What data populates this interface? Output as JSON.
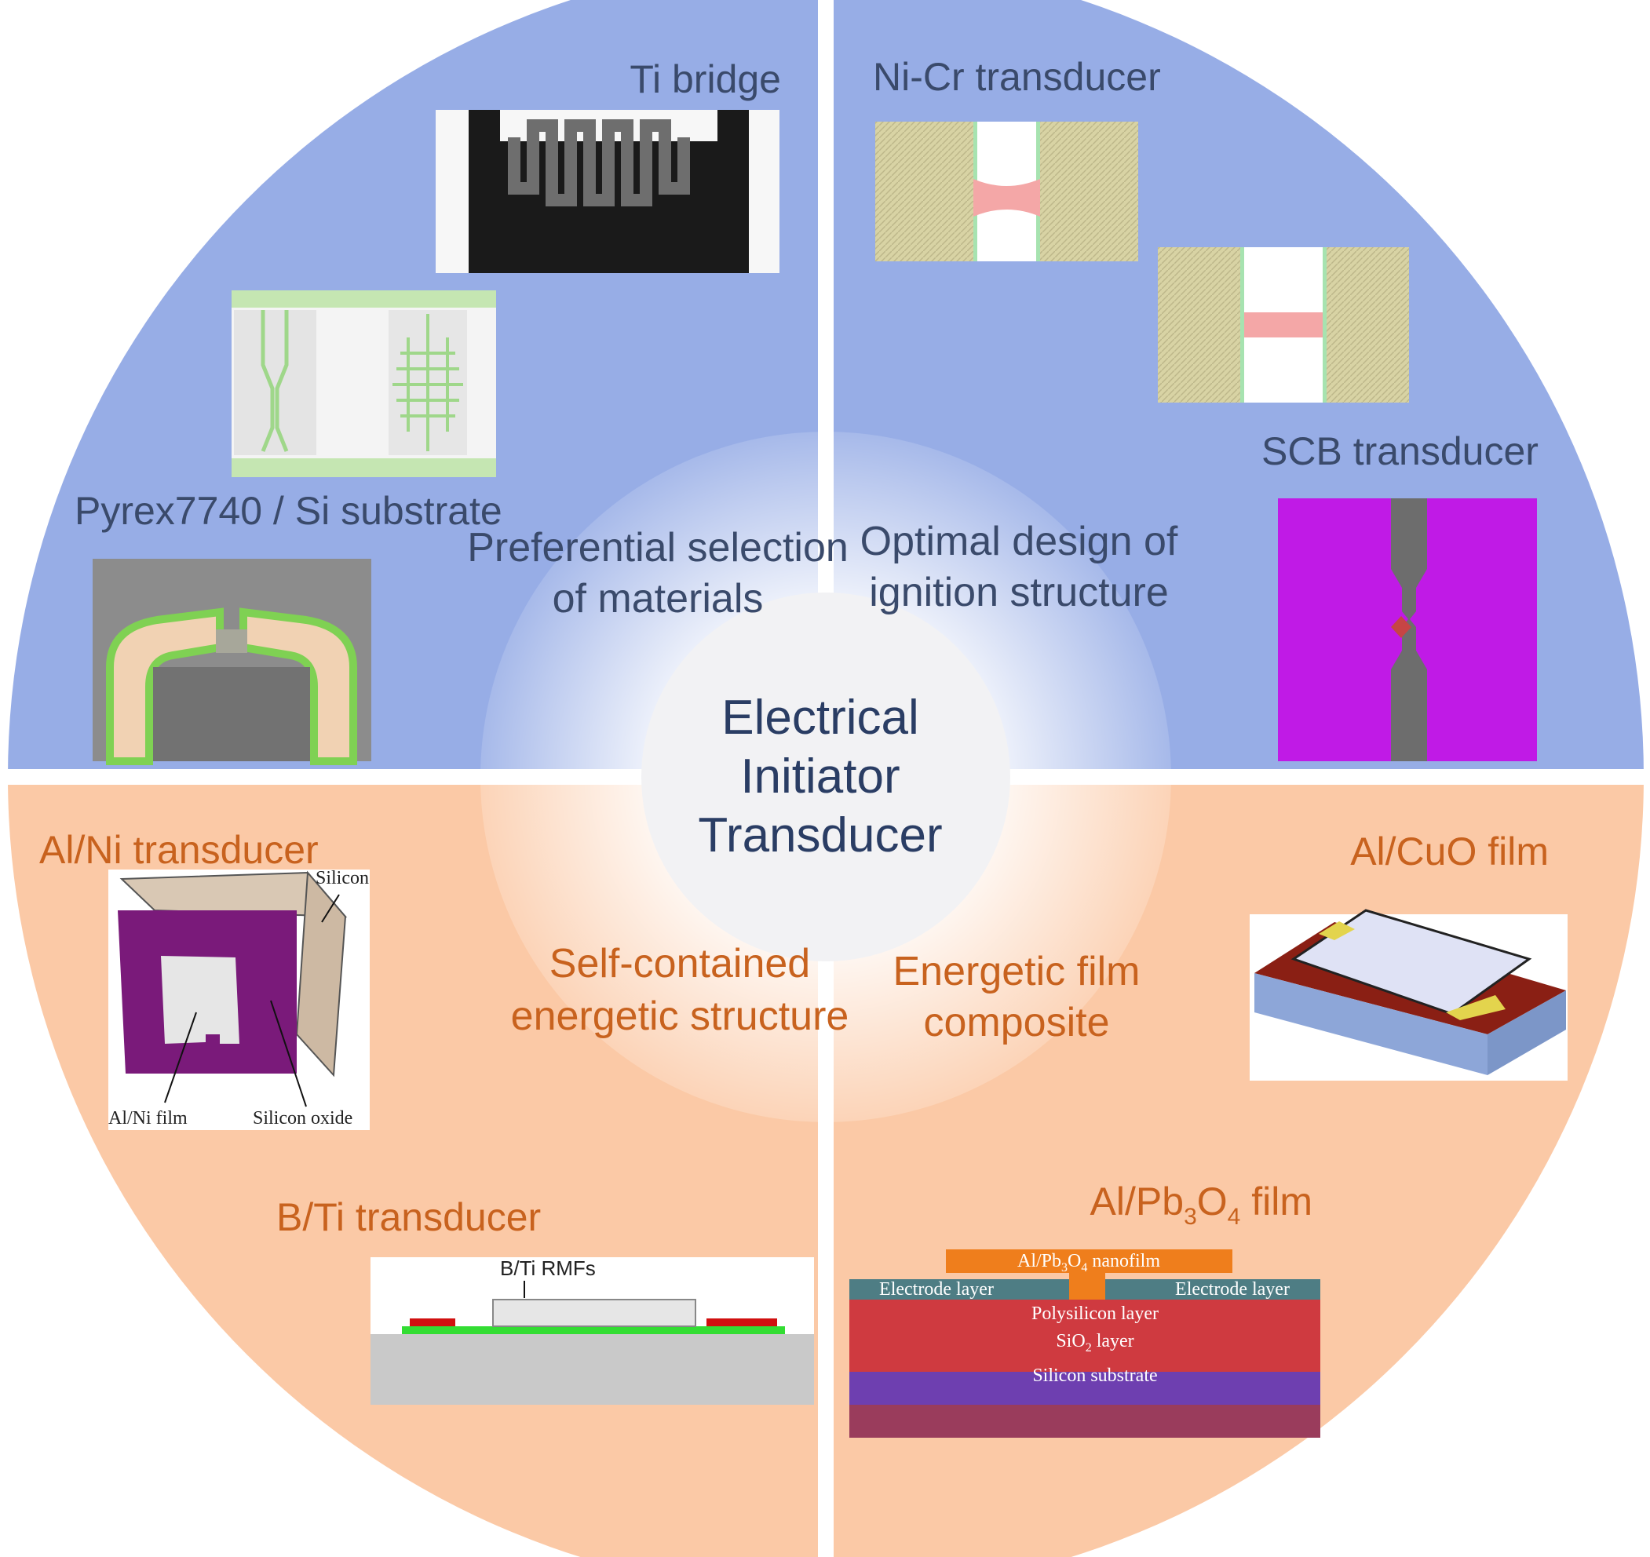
{
  "center": {
    "line1": "Electrical",
    "line2": "Initiator",
    "line3": "Transducer"
  },
  "themes": {
    "materials": {
      "line1": "Preferential selection",
      "line2": "of materials"
    },
    "structure": {
      "line1": "Optimal design of",
      "line2": "ignition structure"
    },
    "self_contained": {
      "line1": "Self-contained",
      "line2": "energetic structure"
    },
    "film_composite": {
      "line1": "Energetic film",
      "line2": "composite"
    }
  },
  "examples": {
    "ti_bridge": "Ti bridge",
    "pyrex": "Pyrex7740 / Si substrate",
    "nicr": "Ni-Cr transducer",
    "scb": "SCB transducer",
    "alni": "Al/Ni transducer",
    "bti": "B/Ti transducer",
    "alcuo": "Al/CuO film",
    "alpb3o4": {
      "base": "Al/Pb",
      "sub1": "3",
      "mid": "O",
      "sub2": "4",
      "end": " film"
    }
  },
  "alni_figure": {
    "silicon": "Silicon",
    "film": "Al/Ni film",
    "oxide": "Silicon oxide"
  },
  "bti_figure": {
    "rmfs": "B/Ti RMFs"
  },
  "pb_figure": {
    "nanofilm": {
      "base": "Al/Pb",
      "sub1": "3",
      "mid": "O",
      "sub2": "4",
      "end": " nanofilm"
    },
    "electrode_left": "Electrode layer",
    "electrode_right": "Electrode layer",
    "polysilicon": "Polysilicon layer",
    "sio2": {
      "base": "SiO",
      "sub": "2",
      "end": " layer"
    },
    "substrate": "Silicon substrate"
  },
  "colors": {
    "top_quadrant": "#97ade6",
    "bottom_quadrant": "#fbc9a6",
    "center_circle": "#f2f2f4",
    "top_text": "#3a4a6b",
    "bottom_text": "#c8621e",
    "center_text": "#2a3d64"
  }
}
